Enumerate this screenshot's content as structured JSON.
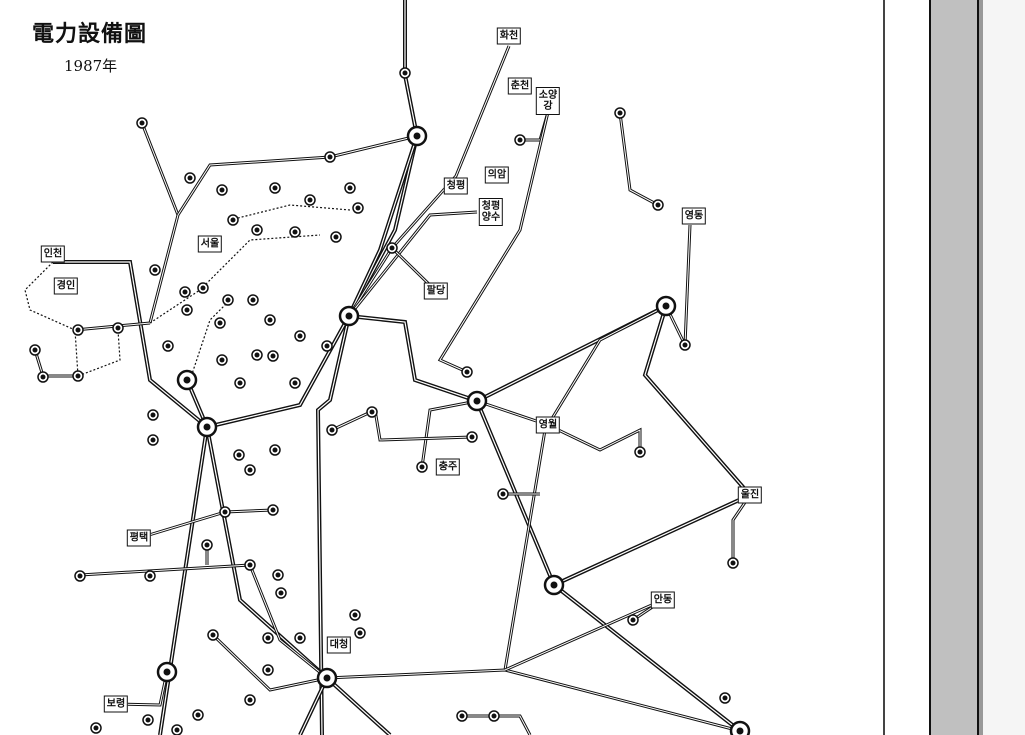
{
  "map": {
    "title": "電力設備圖",
    "year": "1987年",
    "labels": {
      "hwacheon": "화천",
      "chuncheon": "춘천",
      "soyanggang": "소양\n강",
      "cheongpyeong": "청평",
      "uiam": "의암",
      "cheongpyeong_pumped": "청평\n양수",
      "yeongdong": "영동",
      "incheon": "인천",
      "seoul": "서울",
      "gyeongin": "경인",
      "paldang": "팔당",
      "yeongwol": "영월",
      "chungju": "충주",
      "uljin": "울진",
      "pyeongtaek": "평택",
      "andong": "안동",
      "daecheong": "대청",
      "boryeong": "보령"
    }
  },
  "colors": {
    "line": "#111111",
    "panel": "#c0c0c0",
    "pane": "#f5f5f5"
  }
}
